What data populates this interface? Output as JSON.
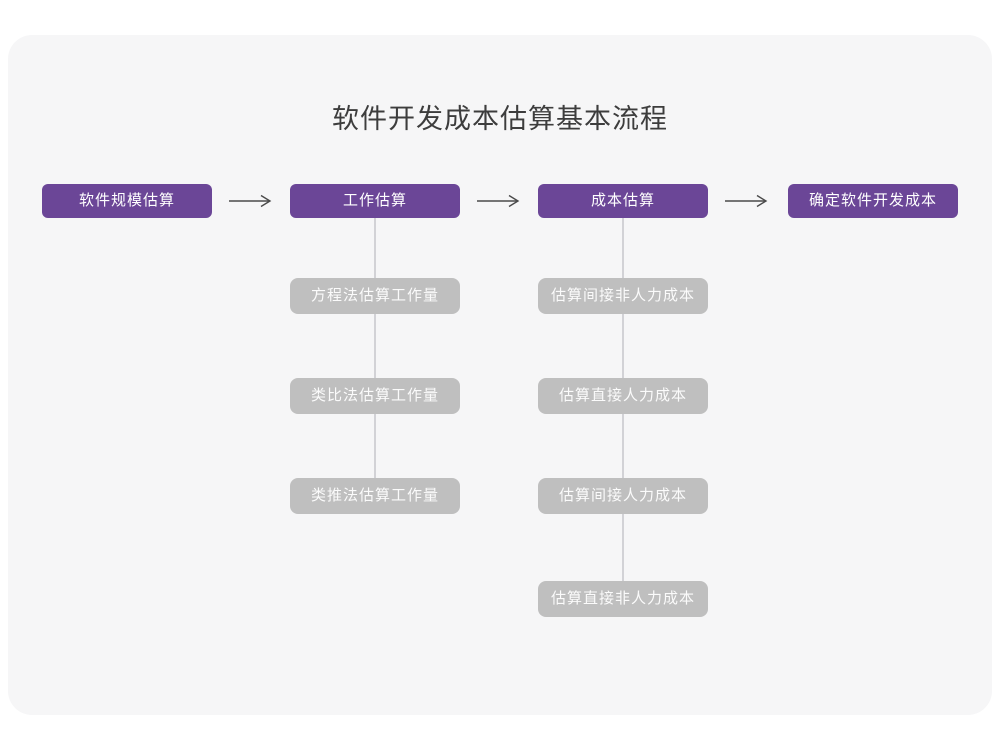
{
  "page": {
    "title": "软件开发成本估算基本流程"
  },
  "colors": {
    "canvas_background": "#ffffff",
    "card_background": "#f6f6f7",
    "main_node_purple": "#6b4697",
    "branch_node_gray": "#bfbfbf",
    "node_text": "#ffffff",
    "title_text": "#3d3d3d",
    "arrow_stroke": "#4a4a4a",
    "connector_line": "#d2d2d6"
  },
  "flow": {
    "main_steps": [
      {
        "label": "软件规模估算"
      },
      {
        "label": "工作估算"
      },
      {
        "label": "成本估算"
      },
      {
        "label": "确定软件开发成本"
      }
    ],
    "branches": {
      "work_estimation": [
        "方程法估算工作量",
        "类比法估算工作量",
        "类推法估算工作量"
      ],
      "cost_estimation": [
        "估算间接非人力成本",
        "估算直接人力成本",
        "估算间接人力成本",
        "估算直接非人力成本"
      ]
    }
  }
}
